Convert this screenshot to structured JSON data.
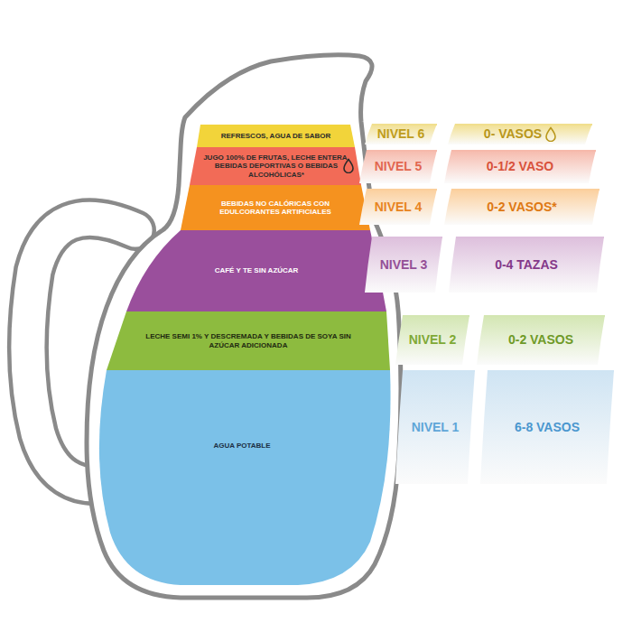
{
  "diagram": {
    "nodes": [
      {
        "text": [
          "REFRESCOS, AGUA DE SABOR"
        ]
      },
      {
        "text": [
          "NIVEL 6"
        ]
      },
      {
        "text": [
          "0- VASOS"
        ]
      },
      {
        "text": [
          "JUGO 100% DE FRUTAS, LECHE ENTERA, BEBIDAS DEPORTIVAS O BEBIDAS ALCOHÓLICAS*"
        ]
      },
      {
        "text": [
          "NIVEL 5"
        ]
      },
      {
        "text": [
          "0-1/2 VASO"
        ]
      },
      {
        "text": [
          "BEBIDAS NO CALÓRICAS CON EDULCORANTES ARTIFICIALES"
        ]
      },
      {
        "text": [
          "NIVEL 4"
        ]
      },
      {
        "text": [
          "0-2 VASOS*"
        ]
      },
      {
        "text": [
          "CAFÉ Y TE SIN AZÚCAR"
        ]
      },
      {
        "text": [
          "NIVEL 3"
        ]
      },
      {
        "text": [
          "0-4 TAZAS"
        ]
      },
      {
        "text": [
          "LECHE SEMI 1% Y DESCREMADA Y BEBIDAS DE SOYA SIN AZÚCAR ADICIONADA"
        ]
      },
      {
        "text": [
          "NIVEL 2"
        ]
      },
      {
        "text": [
          "0-2 VASOS"
        ]
      },
      {
        "text": [
          "AGUA POTABLE"
        ]
      },
      {
        "text": [
          "NIVEL 1"
        ]
      },
      {
        "text": [
          "6-8 VASOS"
        ]
      }
    ]
  }
}
